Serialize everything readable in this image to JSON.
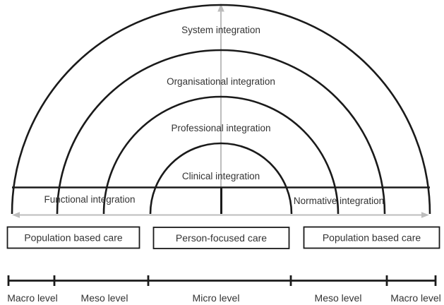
{
  "colors": {
    "line": "#1a1a1a",
    "arrow": "#bdbdbd",
    "text": "#333333",
    "background": "#ffffff"
  },
  "rings": [
    {
      "label": "System integration"
    },
    {
      "label": "Organisational integration"
    },
    {
      "label": "Professional integration"
    },
    {
      "label": "Clinical integration"
    }
  ],
  "band": {
    "left_label": "Functional integration",
    "right_label": "Normative integration"
  },
  "care_boxes": [
    {
      "label": "Population based care"
    },
    {
      "label": "Person-focused care"
    },
    {
      "label": "Population based care"
    }
  ],
  "scale": {
    "labels": [
      "Macro level",
      "Meso level",
      "Micro level",
      "Meso level",
      "Macro level"
    ]
  }
}
